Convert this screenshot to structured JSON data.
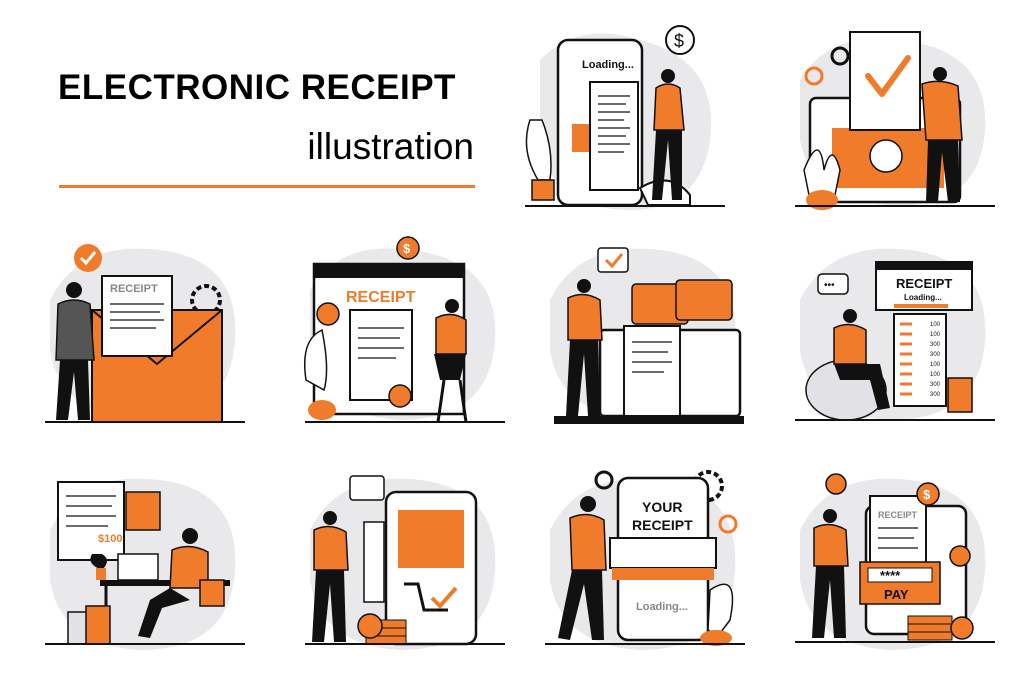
{
  "header": {
    "title": "ELECTRONIC RECEIPT",
    "subtitle": "illustration"
  },
  "colors": {
    "accent": "#f07b2a",
    "ink": "#111111",
    "blob": "#e9e9ec",
    "white": "#ffffff"
  },
  "scenes": {
    "s1": {
      "loading": "Loading...",
      "bubble": "$"
    },
    "s4": {
      "title": "RECEIPT",
      "coin": "$"
    },
    "s6": {
      "title": "RECEIPT",
      "loading": "Loading...",
      "bubble": "•••",
      "amounts": [
        "100",
        "100",
        "300",
        "300",
        "100",
        "100",
        "300",
        "300"
      ]
    },
    "s7": {
      "amount": "$100"
    },
    "s9": {
      "line1": "YOUR",
      "line2": "RECEIPT",
      "loading": "Loading..."
    },
    "s10": {
      "title": "RECEIPT",
      "pin": "****",
      "pay": "PAY",
      "coin": "$"
    }
  }
}
